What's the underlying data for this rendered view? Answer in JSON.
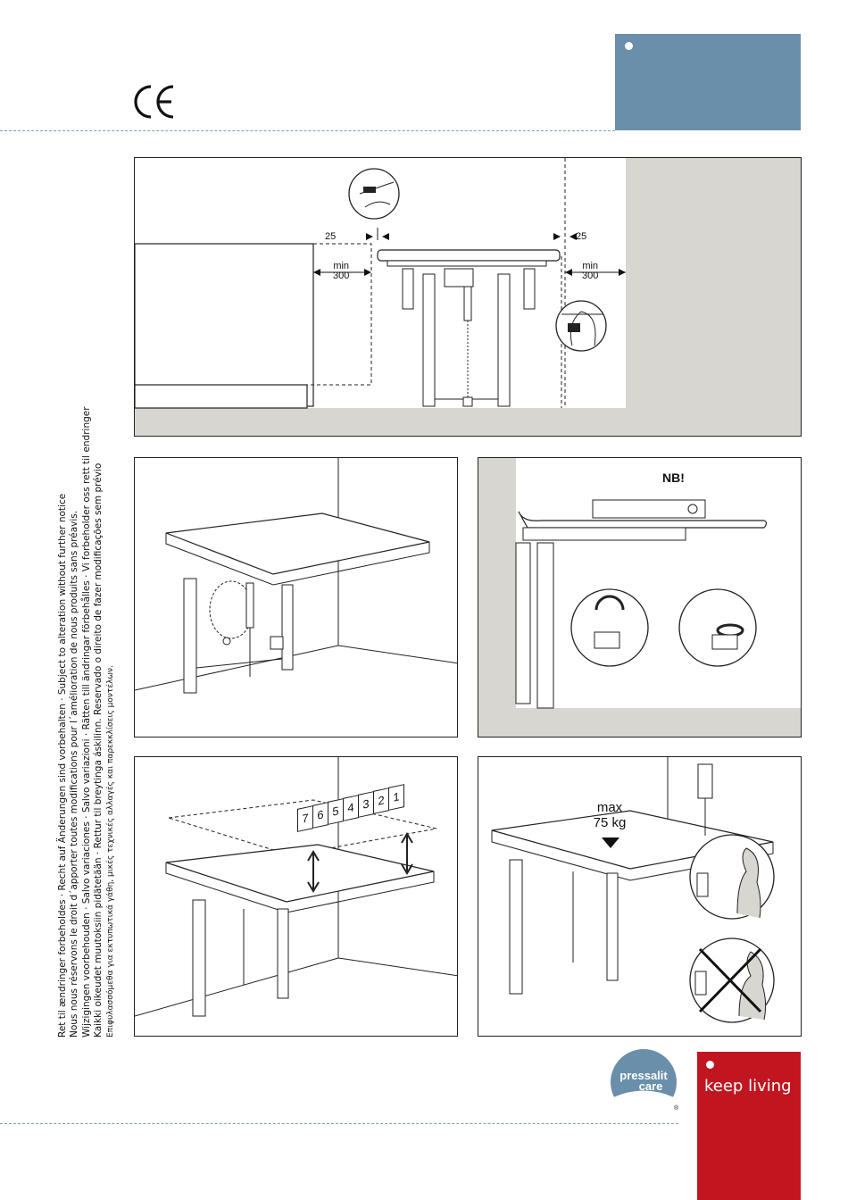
{
  "header": {
    "ce_mark": "CE"
  },
  "disclaimer": [
    "Ret til ændringer forbeholdes · Recht auf Änderungen sind vorbehalten · Subject to alteration without further notice",
    "Nous nous réservons le droit d´apporter toutes modifications pour l´amélioration de nous produits sans préavis.",
    "Wijzigingen voorbehouden · Salvo variaciones · Salvo variazioni · Rätten till ändringar förbehålles · Vi forbeholder oss rett til endringer",
    "Kaikki oikeudet muutoksiin pidätetään · Rettur til breytinga áskilinn. Reservado o direito de fazer modificações sem prévio",
    "Επιφυλασσόμεθα για εκτυπωτικά γάθη, μικές τεχνικές αλλαγές και παρεκκλίσεις μοντέλων."
  ],
  "panel_1": {
    "gap_left": "25",
    "gap_right": "25",
    "clear_left": "min\n300",
    "clear_right": "min\n300"
  },
  "panel_3": {
    "note": "NB!"
  },
  "panel_4": {
    "height_steps": [
      "7",
      "6",
      "5",
      "4",
      "3",
      "2",
      "1"
    ]
  },
  "panel_5": {
    "max_load": "max\n75 kg"
  },
  "brand": {
    "logo_line1": "pressalit",
    "logo_line2": "care",
    "registered": "®",
    "slogan": "keep living"
  },
  "colors": {
    "blue_tab": "#6a8fab",
    "red_tab": "#c1161f",
    "dash": "#7e9bb4",
    "wall_gray": "#d8d6d1"
  }
}
